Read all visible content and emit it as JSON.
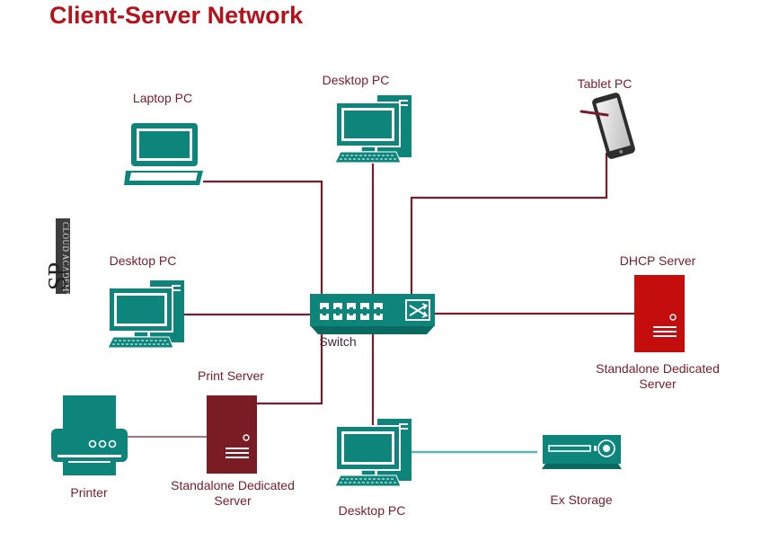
{
  "title": "Client-Server Network",
  "logo": {
    "initials": "SP",
    "tagline": "CLOUD ACADEMY"
  },
  "nodes": {
    "laptop": {
      "label": "Laptop PC"
    },
    "desktop_top": {
      "label": "Desktop PC"
    },
    "tablet": {
      "label": "Tablet PC"
    },
    "desktop_left": {
      "label": "Desktop PC"
    },
    "switch": {
      "label": "Switch"
    },
    "dhcp_server": {
      "label": "DHCP Server",
      "caption": "Standalone Dedicated Server"
    },
    "print_server": {
      "label": "Print Server",
      "caption": "Standalone Dedicated Server"
    },
    "printer": {
      "label": "Printer"
    },
    "desktop_bottom": {
      "label": "Desktop PC"
    },
    "ex_storage": {
      "label": "Ex Storage"
    }
  },
  "colors": {
    "title": "#b5121b",
    "device_teal": "#0e857b",
    "device_dark_teal": "#0a6961",
    "link_maroon": "#7a1c2a",
    "link_teal": "#5fb5b3",
    "dhcp_server": "#c40e0e",
    "print_server": "#7a1c24",
    "label": "#7a1c2a"
  },
  "icons": [
    "laptop-icon",
    "desktop-icon",
    "tablet-icon",
    "switch-icon",
    "server-icon",
    "printer-icon",
    "storage-icon"
  ]
}
